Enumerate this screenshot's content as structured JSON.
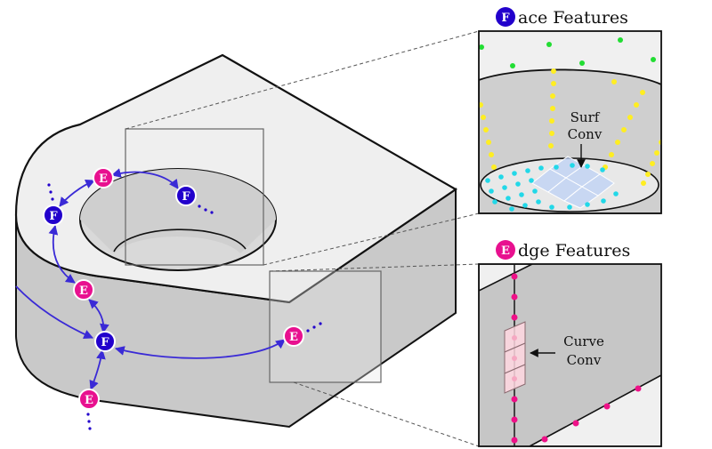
{
  "colors": {
    "face_node": "#2200cc",
    "edge_node": "#e8108f",
    "link": "#3a2ad6",
    "body_top": "#eeeeee",
    "body_side": "#c9c9c9",
    "hole_inner": "#d2d2d2",
    "green_points": "#22dd33",
    "yellow_points": "#ffee22",
    "cyan_points": "#22d8e8",
    "curve_points": "#ee1188"
  },
  "node_letters": {
    "face": "F",
    "edge": "E"
  },
  "face_panel": {
    "title_letter": "F",
    "title_text": "ace Features",
    "annotation_line1": "Surf",
    "annotation_line2": "Conv"
  },
  "edge_panel": {
    "title_letter": "E",
    "title_text": "dge Features",
    "annotation_line1": "Curve",
    "annotation_line2": "Conv"
  }
}
